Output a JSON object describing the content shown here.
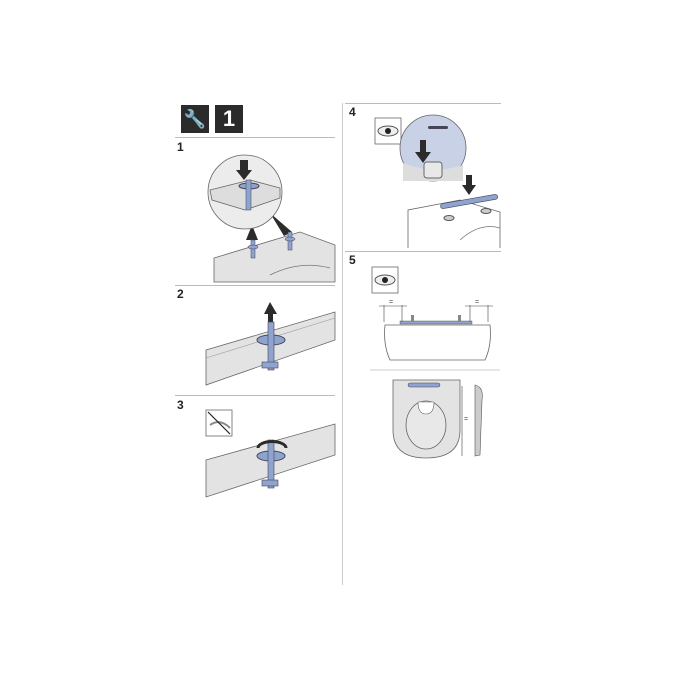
{
  "header": {
    "tool_icon": "wrench-icon",
    "part_number": "1"
  },
  "steps": [
    {
      "number": "1"
    },
    {
      "number": "2"
    },
    {
      "number": "3",
      "icon": "no-hand-tighten-icon"
    },
    {
      "number": "4",
      "icon": "eye-icon"
    },
    {
      "number": "5",
      "icon": "eye-icon",
      "dimension_mark": "="
    }
  ],
  "colors": {
    "part_blue": "#8fa3cf",
    "ceramic_gray": "#e3e3e3",
    "dark": "#2b2b2b"
  }
}
